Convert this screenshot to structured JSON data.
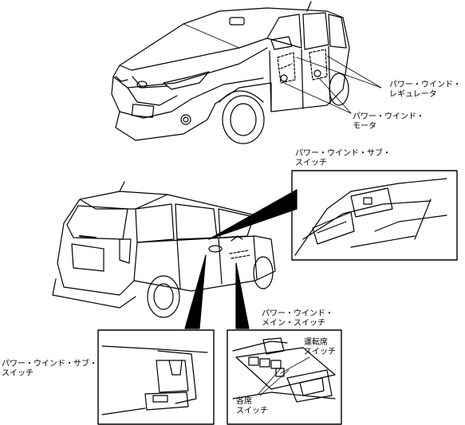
{
  "labels": {
    "regulator": {
      "line1": "パワー・ウインド・",
      "line2": "レギュレータ"
    },
    "motor": {
      "line1": "パワー・ウインド・",
      "line2": "モータ"
    },
    "sub_switch_right": {
      "line1": "パワー・ウインド・サブ・",
      "line2": "スイッチ"
    },
    "sub_switch_left": {
      "line1": "パワー・ウインド・サブ・",
      "line2": "スイッチ"
    },
    "main_switch": {
      "line1": "パワー・ウインド・",
      "line2": "メイン・スイッチ"
    },
    "driver_switch": {
      "line1": "運転席",
      "line2": "スイッチ"
    },
    "each_seat_switch": {
      "line1": "各席",
      "line2": "スイッチ"
    }
  }
}
